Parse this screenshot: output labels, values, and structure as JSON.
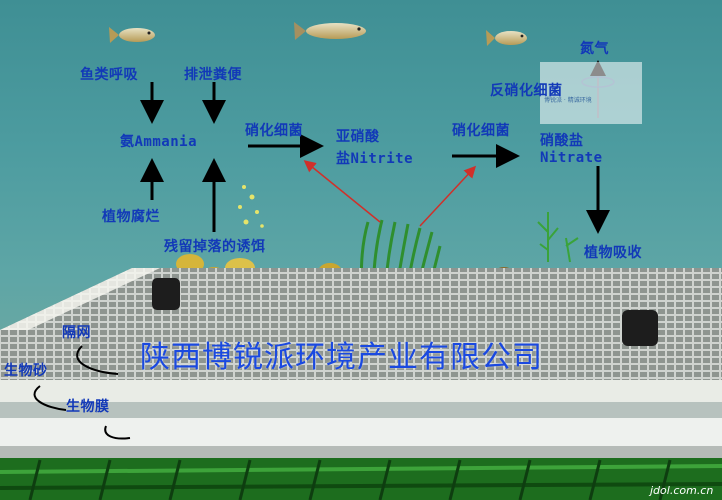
{
  "labels": {
    "fish_respiration": "鱼类呼吸",
    "excretion": "排泄粪便",
    "ammonia": "氨Ammania",
    "plant_decay": "植物腐烂",
    "leftover_bait": "残留掉落的诱饵",
    "nitrifying_bacteria_1": "硝化细菌",
    "nitrite_cn": "亚硝酸",
    "nitrite_en": "盐Nitrite",
    "nitrifying_bacteria_2": "硝化细菌",
    "nitrate_cn": "硝酸盐",
    "nitrate_en": "Nitrate",
    "denitrifying_bacteria": "反硝化细菌",
    "nitrogen": "氮气",
    "plant_uptake": "植物吸收",
    "partition_net": "隔网",
    "bio_sand": "生物砂",
    "biofilm": "生物膜"
  },
  "company_name": "陕西博锐派环境产业有限公司",
  "watermark_text": "博锐派 · 精诚环境",
  "footer_watermark": "jdol.com.cn",
  "colors": {
    "label_blue": "#1239b8",
    "company_blue": "#1a49e0",
    "water_teal": "#4d9ca0",
    "arrow_black": "#000000",
    "arrow_red": "#d0302a",
    "gravel_gold": "#c9a630",
    "plant_green": "#2e9c3c"
  }
}
